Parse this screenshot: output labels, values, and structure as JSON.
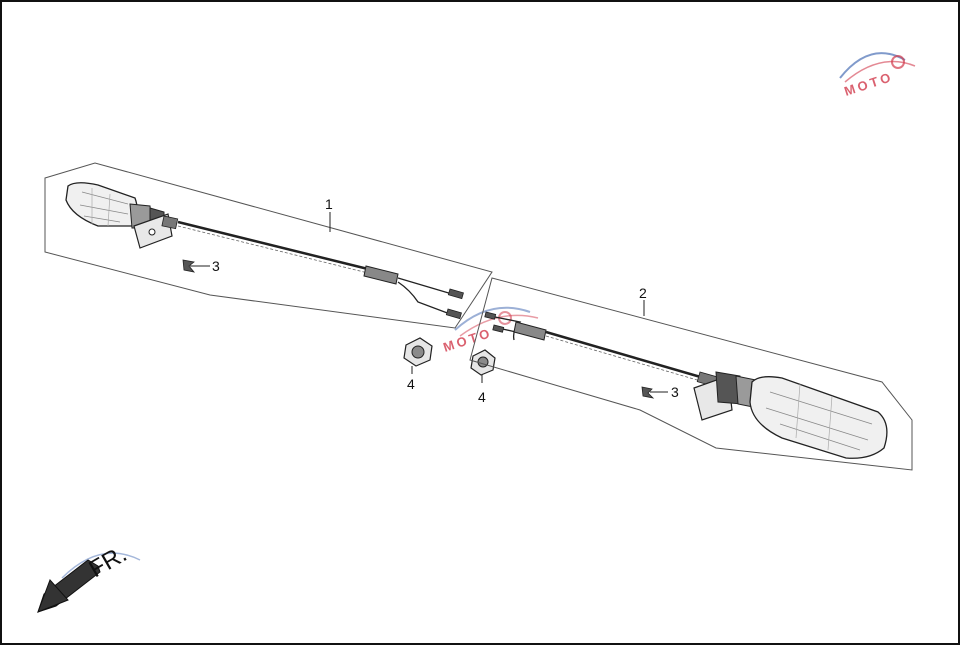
{
  "diagram": {
    "callouts": {
      "part_1": "1",
      "part_2": "2",
      "part_3_left": "3",
      "part_3_right": "3",
      "part_4_left": "4",
      "part_4_right": "4"
    },
    "direction_label": "FR.",
    "watermark_text": "MOTO",
    "colors": {
      "line": "#222222",
      "lamp_fill": "#f0f0f0",
      "lamp_dark": "#9a9a9a",
      "watermark_red": "#d23a4c",
      "watermark_blue": "#4a6fb5",
      "arrow_fill": "#333333"
    }
  }
}
